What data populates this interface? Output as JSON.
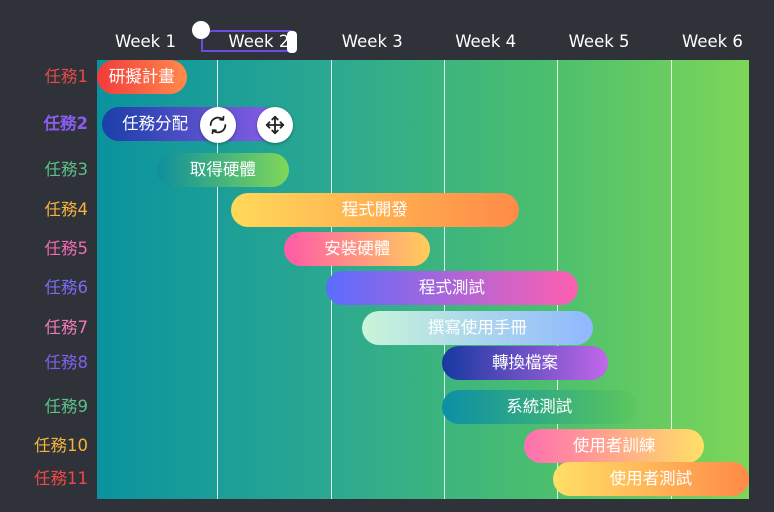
{
  "colors": {
    "background": "#2f3239",
    "plot_gradient": [
      "#0a939f",
      "#2ba891",
      "#4cc06d",
      "#7dd658"
    ],
    "selection": "#6b4be0"
  },
  "week_selector": {
    "selected_week": "Week 2"
  },
  "bar_actions": [
    {
      "name": "rotate-icon",
      "glyph": "refresh"
    },
    {
      "name": "move-icon",
      "glyph": "move"
    }
  ],
  "chart_data": {
    "type": "gantt",
    "x_unit": "weeks",
    "xlim": [
      0.94,
      6.69
    ],
    "x_ticks": [
      {
        "label": "Week 1",
        "value": 1
      },
      {
        "label": "Week 2",
        "value": 2
      },
      {
        "label": "Week 3",
        "value": 3
      },
      {
        "label": "Week 4",
        "value": 4
      },
      {
        "label": "Week 5",
        "value": 5
      },
      {
        "label": "Week 6",
        "value": 6
      }
    ],
    "grid": "vertical-at-week-boundaries",
    "tasks": [
      {
        "label": "任務1",
        "name": "研擬計畫",
        "start": 0.94,
        "end": 1.73,
        "label_color": "#e34b4b",
        "colors": [
          "#f23b3b",
          "#ff8a4c"
        ]
      },
      {
        "label": "任務2",
        "name": "任務分配",
        "start": 0.98,
        "end": 2.56,
        "label_color": "#8a5cf0",
        "colors": [
          "#1a3fa8",
          "#8a5ee8"
        ],
        "selected": true
      },
      {
        "label": "任務3",
        "name": "取得硬體",
        "start": 1.47,
        "end": 2.63,
        "label_color": "#5cc088",
        "colors": [
          "#0f8f9c",
          "#7fd85a"
        ]
      },
      {
        "label": "任務4",
        "name": "程式開發",
        "start": 2.12,
        "end": 4.66,
        "label_color": "#f5b33b",
        "colors": [
          "#ffd95a",
          "#ff8a48"
        ]
      },
      {
        "label": "任務5",
        "name": "安裝硬體",
        "start": 2.59,
        "end": 3.88,
        "label_color": "#f06bb0",
        "colors": [
          "#ff5aa8",
          "#ffce5a"
        ]
      },
      {
        "label": "任務6",
        "name": "程式測試",
        "start": 2.96,
        "end": 5.18,
        "label_color": "#7a6cf0",
        "colors": [
          "#5b6cff",
          "#ff5fb0"
        ]
      },
      {
        "label": "任務7",
        "name": "撰寫使用手冊",
        "start": 3.28,
        "end": 5.31,
        "label_color": "#f07ab8",
        "colors": [
          "#c9f5d9",
          "#8fb8ff"
        ]
      },
      {
        "label": "任務8",
        "name": "轉換檔案",
        "start": 3.98,
        "end": 5.45,
        "label_color": "#7f5fe8",
        "colors": [
          "#1739a0",
          "#c268ea"
        ]
      },
      {
        "label": "任務9",
        "name": "系統測試",
        "start": 3.98,
        "end": 5.7,
        "label_color": "#5cc088",
        "colors": [
          "#0c8fa6",
          "#5cc85c"
        ]
      },
      {
        "label": "任務10",
        "name": "使用者訓練",
        "start": 4.71,
        "end": 6.29,
        "label_color": "#f5b33b",
        "colors": [
          "#ff6fb0",
          "#ffe066"
        ]
      },
      {
        "label": "任務11",
        "name": "使用者測試",
        "start": 4.96,
        "end": 6.69,
        "label_color": "#f04848",
        "colors": [
          "#ffe066",
          "#ff8a48"
        ]
      }
    ]
  }
}
